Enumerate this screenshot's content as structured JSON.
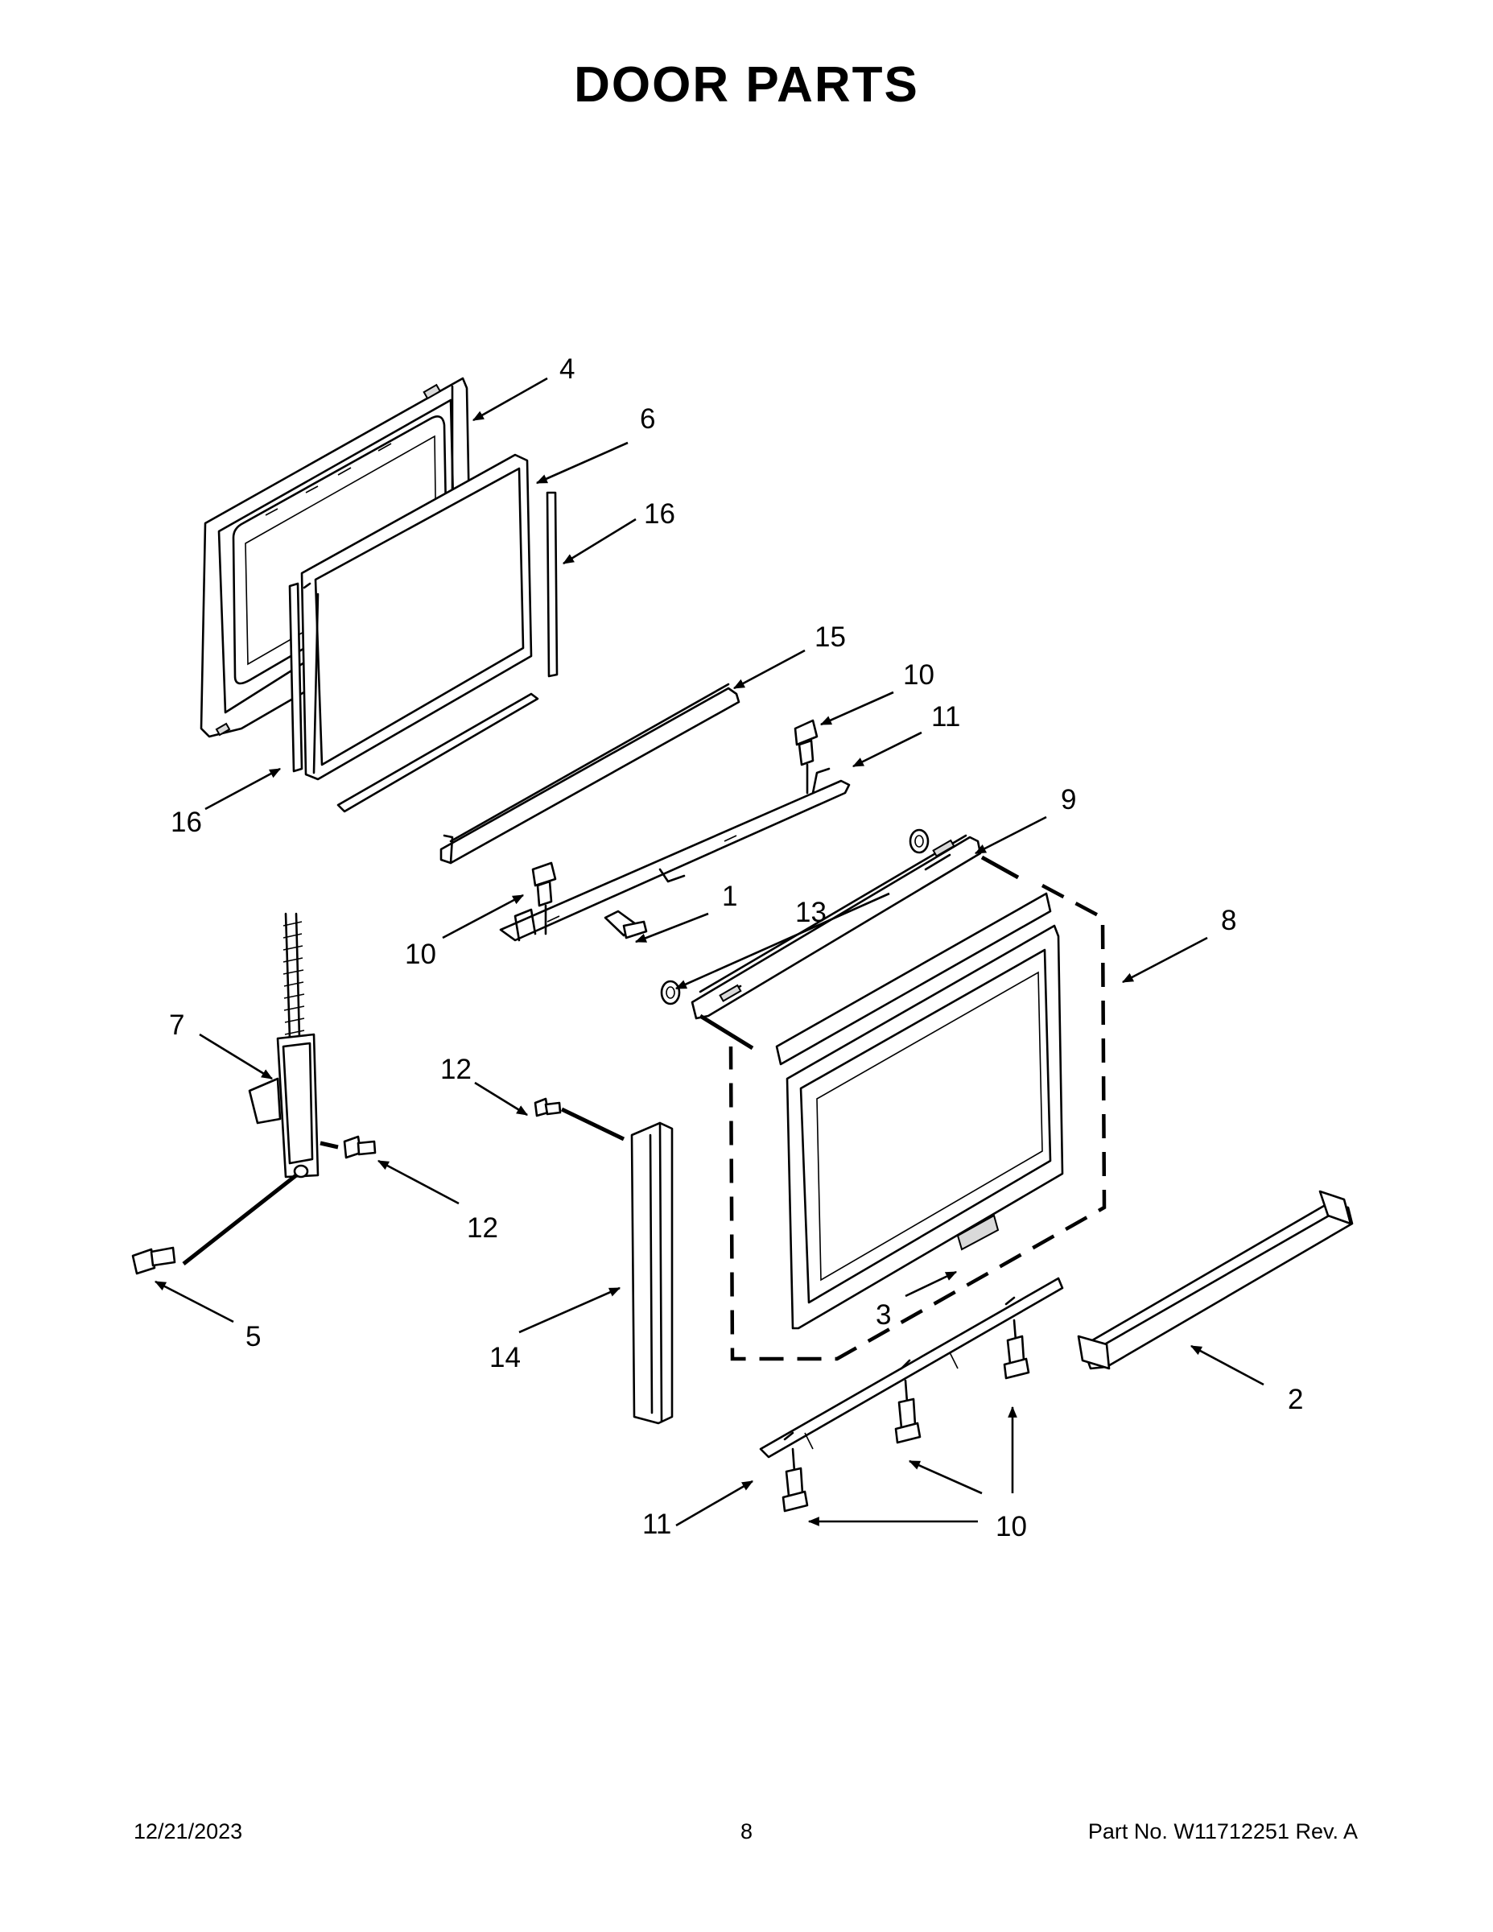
{
  "title": "DOOR PARTS",
  "footer": {
    "date": "12/21/2023",
    "page": "8",
    "part_number": "Part No.  W11712251  Rev.  A"
  },
  "callouts": {
    "c4": "4",
    "c6": "6",
    "c16a": "16",
    "c16b": "16",
    "c15": "15",
    "c10a": "10",
    "c11a": "11",
    "c9": "9",
    "c10b": "10",
    "c1": "1",
    "c13": "13",
    "c8": "8",
    "c7": "7",
    "c12a": "12",
    "c12b": "12",
    "c5": "5",
    "c14": "14",
    "c3": "3",
    "c2": "2",
    "c11b": "11",
    "c10c": "10"
  }
}
